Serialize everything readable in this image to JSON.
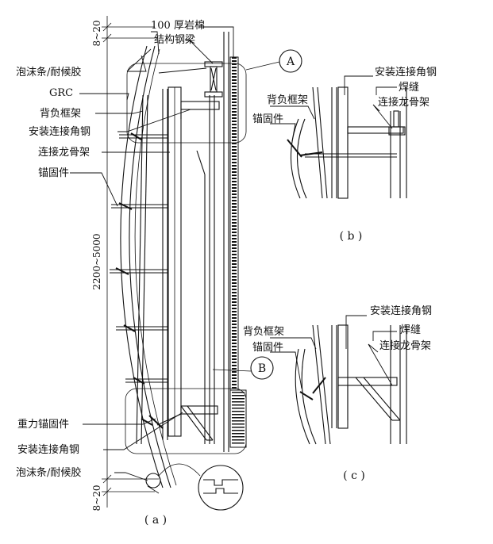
{
  "labels": {
    "rock_wool": "100 厚岩棉",
    "steel_beam": "结构钢梁",
    "foam_sealant_top": "泡沫条/耐候胶",
    "grc": "GRC",
    "back_frame": "背负框架",
    "install_angle": "安装连接角钢",
    "keel": "连接龙骨架",
    "anchor": "锚固件",
    "gravity_anchor": "重力锚固件",
    "install_angle_bottom": "安装连接角钢",
    "foam_sealant_bottom": "泡沫条/耐候胶"
  },
  "dims": {
    "top_gap": "8~20",
    "height": "2200~5000",
    "bottom_gap": "8~20"
  },
  "callouts": {
    "a": "A",
    "b": "B"
  },
  "detail_b": {
    "install_angle": "安装连接角钢",
    "weld": "焊缝",
    "keel": "连接龙骨架",
    "back_frame": "背负框架",
    "anchor": "锚固件",
    "caption": "( b )"
  },
  "detail_c": {
    "install_angle": "安装连接角钢",
    "weld": "焊缝",
    "keel": "连接龙骨架",
    "back_frame": "背负框架",
    "anchor": "锚固件",
    "caption": "( c )"
  },
  "captions": {
    "a": "( a )"
  }
}
